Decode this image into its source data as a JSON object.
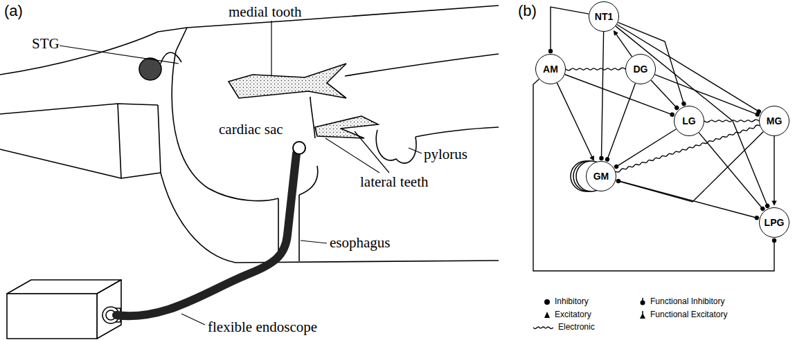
{
  "diagram": {
    "nodes": [
      {
        "text": [
          "NT1"
        ]
      },
      {
        "text": [
          "AM"
        ]
      },
      {
        "text": [
          "DG"
        ]
      },
      {
        "text": [
          "LG"
        ]
      },
      {
        "text": [
          "MG"
        ]
      },
      {
        "text": [
          "GM"
        ]
      },
      {
        "text": [
          "LPG"
        ]
      }
    ],
    "edges": [
      {
        "from": 1,
        "to": 2,
        "arrow": "none"
      },
      {
        "from": 0,
        "to": 1,
        "arrow": "to"
      },
      {
        "from": 2,
        "to": 0,
        "arrow": "to"
      },
      {
        "from": 0,
        "to": 3,
        "arrow": "to"
      },
      {
        "from": 0,
        "to": 4,
        "arrow": "to"
      },
      {
        "from": 0,
        "to": 5,
        "arrow": "to"
      },
      {
        "from": 0,
        "to": 6,
        "arrow": "to"
      },
      {
        "from": 1,
        "to": 5,
        "arrow": "to"
      },
      {
        "from": 1,
        "to": 3,
        "arrow": "to"
      },
      {
        "from": 1,
        "to": 6,
        "arrow": "to"
      },
      {
        "from": 2,
        "to": 5,
        "arrow": "to"
      },
      {
        "from": 2,
        "to": 3,
        "arrow": "to"
      },
      {
        "from": 2,
        "to": 4,
        "arrow": "to"
      },
      {
        "from": 3,
        "to": 4,
        "arrow": "none"
      },
      {
        "from": 3,
        "to": 5,
        "arrow": "to"
      },
      {
        "from": 3,
        "to": 6,
        "arrow": "to"
      },
      {
        "from": 4,
        "to": 6,
        "arrow": "to"
      },
      {
        "from": 5,
        "to": 4,
        "arrow": "none"
      },
      {
        "from": 5,
        "to": 6,
        "arrow": "to"
      },
      {
        "from": 4,
        "to": 5,
        "arrow": "to"
      }
    ],
    "labels": [
      "(a)",
      "STG",
      "medial tooth",
      "cardiac sac",
      "lateral teeth",
      "pylorus",
      "esophagus",
      "flexible endoscope",
      "(b)"
    ],
    "legend": [
      {
        "text": "Inhibitory"
      },
      {
        "text": "Functional Inhibitory"
      },
      {
        "text": "Excitatory"
      },
      {
        "text": "Functional Excitatory"
      },
      {
        "text": "Electronic"
      }
    ]
  }
}
